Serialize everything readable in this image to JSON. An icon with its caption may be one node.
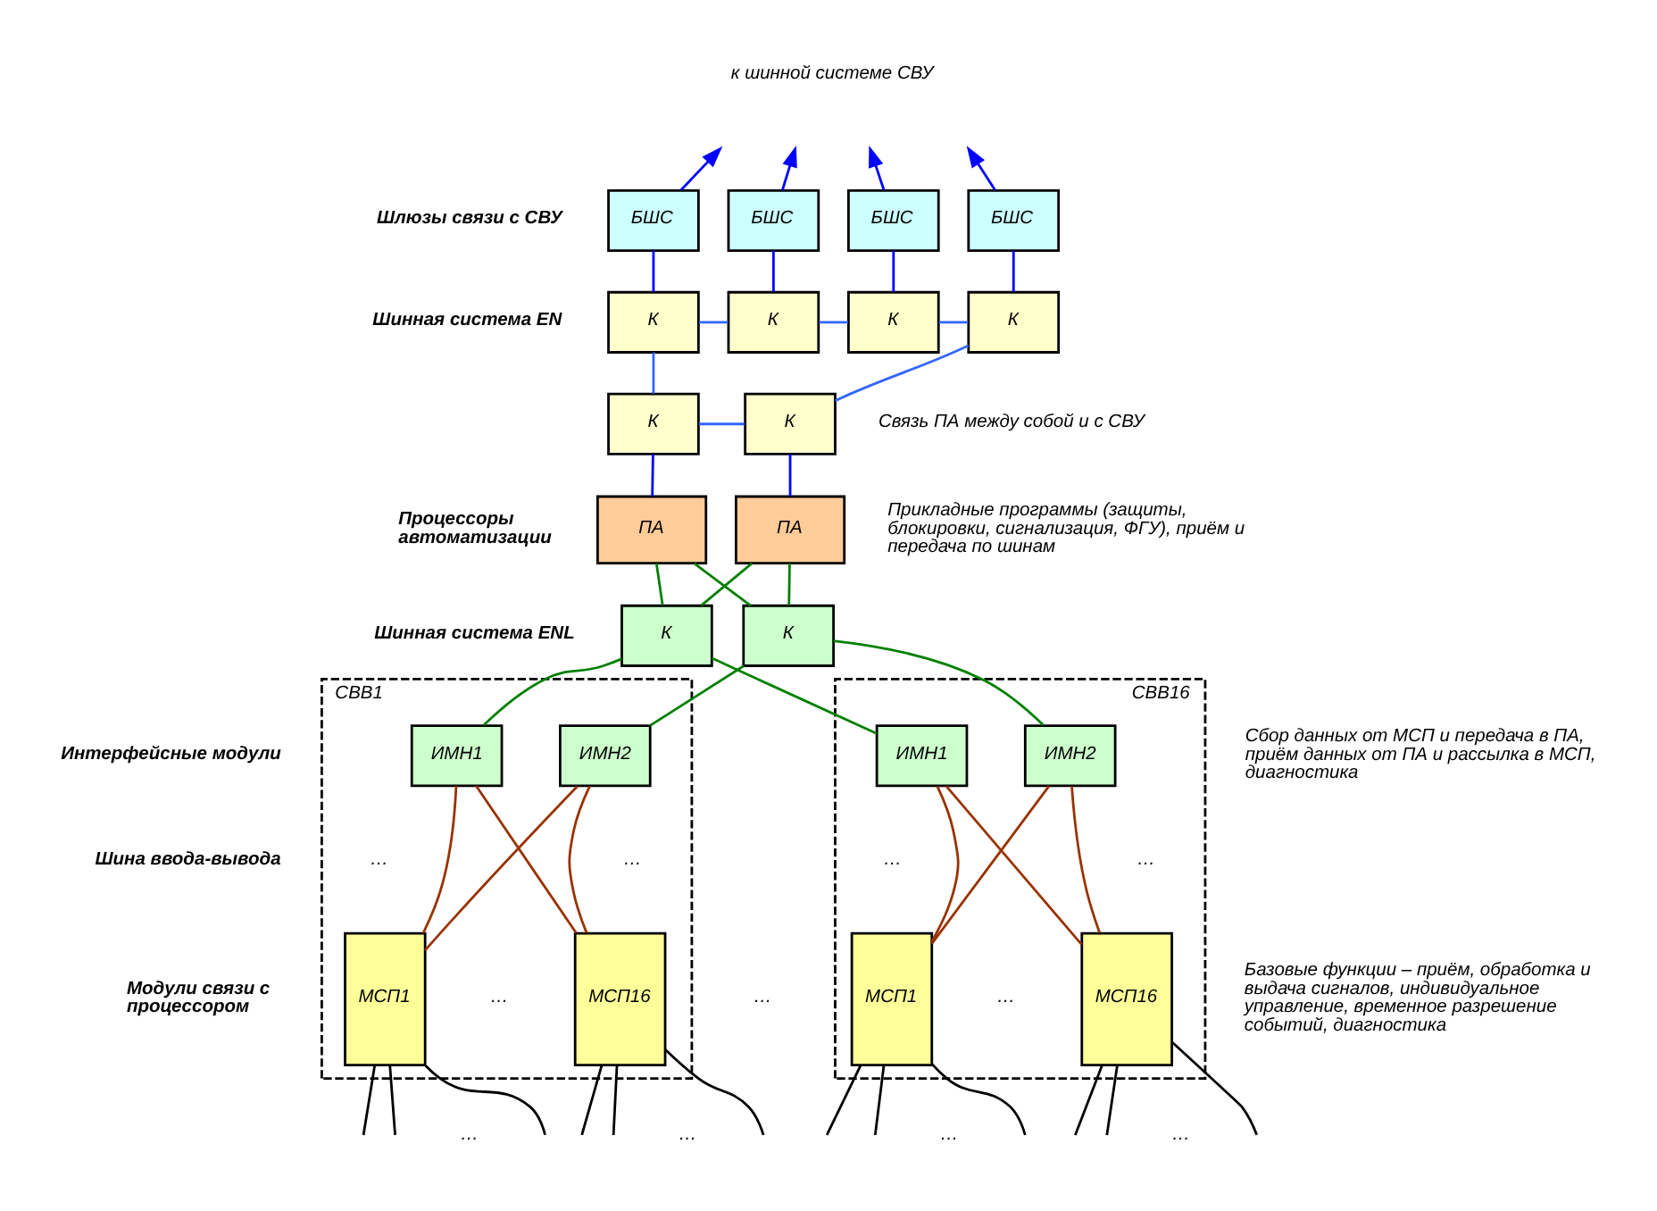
{
  "diagram": {
    "nodes": [
      {
        "text": [
          "БШС"
        ]
      },
      {
        "text": [
          "БШС"
        ]
      },
      {
        "text": [
          "БШС"
        ]
      },
      {
        "text": [
          "БШС"
        ]
      },
      {
        "text": [
          "К"
        ]
      },
      {
        "text": [
          "К"
        ]
      },
      {
        "text": [
          "К"
        ]
      },
      {
        "text": [
          "К"
        ]
      },
      {
        "text": [
          "К"
        ]
      },
      {
        "text": [
          "К"
        ]
      },
      {
        "text": [
          "ПА"
        ]
      },
      {
        "text": [
          "ПА"
        ]
      },
      {
        "text": [
          "К"
        ]
      },
      {
        "text": [
          "К"
        ]
      },
      {
        "text": [
          "СВВ1"
        ]
      },
      {
        "text": [
          "ИМН1"
        ],
        "in": 14
      },
      {
        "text": [
          "ИМН2"
        ],
        "in": 14
      },
      {
        "text": [
          "МСП1"
        ],
        "in": 14
      },
      {
        "text": [
          "МСП16"
        ],
        "in": 14
      },
      {
        "text": [
          "СВВ16"
        ]
      },
      {
        "text": [
          "ИМН1"
        ],
        "in": 19
      },
      {
        "text": [
          "ИМН2"
        ],
        "in": 19
      },
      {
        "text": [
          "МСП1"
        ],
        "in": 19
      },
      {
        "text": [
          "МСП16"
        ],
        "in": 19
      }
    ],
    "edges": [
      {
        "from": 0,
        "to": null,
        "arrow": "to",
        "color": "#0000ff"
      },
      {
        "from": 1,
        "to": null,
        "arrow": "to",
        "color": "#0000ff"
      },
      {
        "from": 2,
        "to": null,
        "arrow": "to",
        "color": "#0000ff"
      },
      {
        "from": 3,
        "to": null,
        "arrow": "to",
        "color": "#0000ff"
      },
      {
        "from": 0,
        "to": 4,
        "arrow": "none",
        "color": "#0000ff"
      },
      {
        "from": 1,
        "to": 5,
        "arrow": "none",
        "color": "#0000ff"
      },
      {
        "from": 2,
        "to": 6,
        "arrow": "none",
        "color": "#0000ff"
      },
      {
        "from": 3,
        "to": 7,
        "arrow": "none",
        "color": "#0000ff"
      },
      {
        "from": 4,
        "to": 5,
        "arrow": "none",
        "color": "#3366ff"
      },
      {
        "from": 5,
        "to": 6,
        "arrow": "none",
        "color": "#3366ff"
      },
      {
        "from": 6,
        "to": 7,
        "arrow": "none",
        "color": "#3366ff"
      },
      {
        "from": 7,
        "to": 9,
        "arrow": "none",
        "color": "#3366ff"
      },
      {
        "from": 8,
        "to": 9,
        "arrow": "none",
        "color": "#3366ff"
      },
      {
        "from": 4,
        "to": 8,
        "arrow": "none",
        "color": "#3366ff"
      },
      {
        "from": 8,
        "to": 10,
        "arrow": "none",
        "color": "#0000ff"
      },
      {
        "from": 9,
        "to": 11,
        "arrow": "none",
        "color": "#0000ff"
      },
      {
        "from": 10,
        "to": 12,
        "arrow": "none",
        "color": "#008000"
      },
      {
        "from": 10,
        "to": 13,
        "arrow": "none",
        "color": "#008000"
      },
      {
        "from": 11,
        "to": 12,
        "arrow": "none",
        "color": "#008000"
      },
      {
        "from": 11,
        "to": 13,
        "arrow": "none",
        "color": "#008000"
      },
      {
        "from": 12,
        "to": 15,
        "arrow": "none",
        "color": "#008000"
      },
      {
        "from": 12,
        "to": 20,
        "arrow": "none",
        "color": "#008000"
      },
      {
        "from": 13,
        "to": 16,
        "arrow": "none",
        "color": "#008000"
      },
      {
        "from": 13,
        "to": 21,
        "arrow": "none",
        "color": "#008000"
      },
      {
        "from": 15,
        "to": 17,
        "arrow": "none",
        "color": "#993300"
      },
      {
        "from": 15,
        "to": 18,
        "arrow": "none",
        "color": "#993300"
      },
      {
        "from": 16,
        "to": 17,
        "arrow": "none",
        "color": "#993300"
      },
      {
        "from": 16,
        "to": 18,
        "arrow": "none",
        "color": "#993300"
      },
      {
        "from": 20,
        "to": 22,
        "arrow": "none",
        "color": "#993300"
      },
      {
        "from": 20,
        "to": 23,
        "arrow": "none",
        "color": "#993300"
      },
      {
        "from": 21,
        "to": 22,
        "arrow": "none",
        "color": "#993300"
      },
      {
        "from": 21,
        "to": 23,
        "arrow": "none",
        "color": "#993300"
      },
      {
        "from": 17,
        "to": null,
        "arrow": "none",
        "color": "#000000"
      },
      {
        "from": 17,
        "to": null,
        "arrow": "none",
        "color": "#000000"
      },
      {
        "from": 17,
        "to": null,
        "arrow": "none",
        "color": "#000000"
      },
      {
        "from": 18,
        "to": null,
        "arrow": "none",
        "color": "#000000"
      },
      {
        "from": 18,
        "to": null,
        "arrow": "none",
        "color": "#000000"
      },
      {
        "from": 18,
        "to": null,
        "arrow": "none",
        "color": "#000000"
      },
      {
        "from": 22,
        "to": null,
        "arrow": "none",
        "color": "#000000"
      },
      {
        "from": 22,
        "to": null,
        "arrow": "none",
        "color": "#000000"
      },
      {
        "from": 22,
        "to": null,
        "arrow": "none",
        "color": "#000000"
      },
      {
        "from": 23,
        "to": null,
        "arrow": "none",
        "color": "#000000"
      },
      {
        "from": 23,
        "to": null,
        "arrow": "none",
        "color": "#000000"
      },
      {
        "from": 23,
        "to": null,
        "arrow": "none",
        "color": "#000000"
      }
    ],
    "labels": [
      "к шинной системе СВУ",
      "Шлюзы связи с СВУ",
      "Шинная система EN",
      "Связь ПА между собой и с СВУ",
      "Процессоры автоматизации",
      "Прикладные программы (защиты, блокировки, сигнализация, ФГУ), приём и передача по шинам",
      "Шинная система ENL",
      "Интерфейсные модули",
      "Сбор данных от МСП и передача в ПА, приём данных от ПА и рассылка в МСП, диагностика",
      "…",
      "…",
      "…",
      "…",
      "Шина ввода-вывода",
      "Модули связи с процессором",
      "…",
      "…",
      "…",
      "Базовые функции – приём, обработка и выдача сигналов, индивидуальное управление, временное разрешение событий, диагностика",
      "…",
      "…",
      "…",
      "…"
    ]
  }
}
